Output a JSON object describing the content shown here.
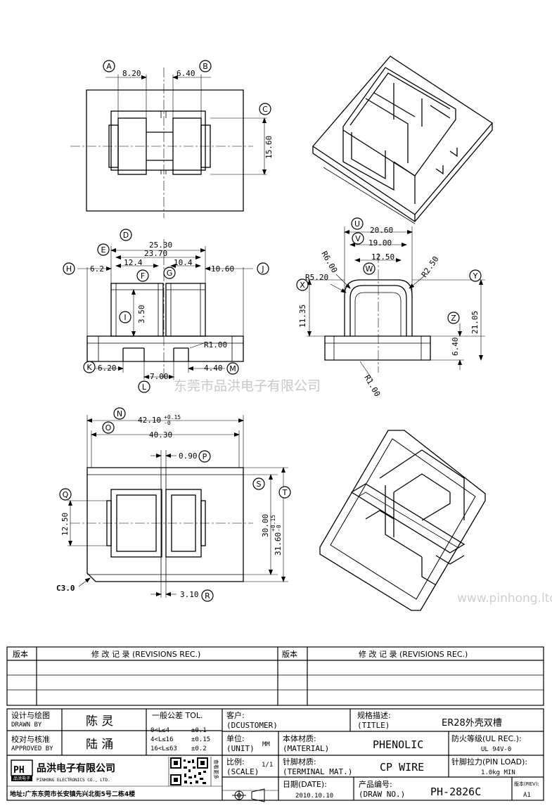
{
  "dims": {
    "top_a": "8.20",
    "top_b": "6.40",
    "top_c": "15.60",
    "front_d": "25.30",
    "front_e": "23.70",
    "front_12_4": "12.4",
    "front_10_4": "10.4",
    "front_h": "6.2",
    "front_j": "10.60",
    "front_i": "3.50",
    "front_r1": "R1.00",
    "front_k": "6.20",
    "front_l": "7.00",
    "front_m": "4.40",
    "side_u": "20.60",
    "side_v": "19.00",
    "side_w": "12.50",
    "side_r6": "R6.00",
    "side_r52": "R5.20",
    "side_r25": "R2.50",
    "side_x": "11.35",
    "side_y": "21.05",
    "side_z": "6.40",
    "side_r1": "R1.00",
    "bot_n": "42.10",
    "bot_n_tol_up": "+0.15",
    "bot_n_tol_dn": "-0",
    "bot_o": "40.30",
    "bot_p": "0.90",
    "bot_q": "12.50",
    "bot_s": "30.00",
    "bot_t": "31.60",
    "bot_t_tol_up": "+0.15",
    "bot_t_tol_dn": "-0",
    "bot_r": "3.10",
    "bot_c3": "C3.0"
  },
  "callouts": [
    "A",
    "B",
    "C",
    "D",
    "E",
    "F",
    "G",
    "H",
    "I",
    "J",
    "K",
    "L",
    "M",
    "U",
    "V",
    "W",
    "X",
    "Y",
    "Z",
    "N",
    "O",
    "P",
    "Q",
    "R",
    "S",
    "T"
  ],
  "watermark": "东莞市品洪电子有限公司",
  "watermark2": "www.pinhong.ltd",
  "revisions": {
    "col_ver": "版本",
    "col_rec": "修 改 记 录 (REVISIONS REC.)"
  },
  "titleblock": {
    "design_cn": "设计与绘图",
    "design_en": "DRAWN BY",
    "design_name": "陈 灵",
    "check_cn": "校对与核准",
    "check_en": "APPROVED BY",
    "check_name": "陆 涌",
    "tol_title": "一般公差 TOL.",
    "tol_rows": [
      {
        "range": "0<L≤4",
        "val": "±0.1"
      },
      {
        "range": "4<L≤16",
        "val": "±0.15"
      },
      {
        "range": "16<L≤63",
        "val": "±0.2"
      }
    ],
    "customer_cn": "客户:",
    "customer_en": "(DCUSTOMER)",
    "title_cn": "规格描述:",
    "title_en": "(TITLE)",
    "title_val": "ER28外壳双槽",
    "unit_cn": "单位:",
    "unit_en": "(UNIT)",
    "unit_val": "MM",
    "material_cn": "本体材质:",
    "material_en": "(MATERIAL)",
    "material_val": "PHENOLIC",
    "ul_cn": "防火等级(UL REC.):",
    "ul_val": "UL 94V-0",
    "scale_cn": "比例:",
    "scale_en": "(SCALE)",
    "scale_val": "1/1",
    "terminal_cn": "针脚材质:",
    "terminal_en": "(TERMINAL MAT.)",
    "terminal_val": "CP WIRE",
    "pinload_cn": "针脚拉力(PIN LOAD):",
    "pinload_val": "1.0kg MIN",
    "company_logo": "PH",
    "company_logo_sub": "品洪电子",
    "company_cn": "品洪电子有限公司",
    "company_en": "PINHONG ELECTRONICS CO., LTD.",
    "qr_caption": "查看更多",
    "date_cn": "日期(DATE):",
    "date_val": "2010.10.10",
    "drawno_cn": "产品编号:",
    "drawno_en": "(DRAW NO.)",
    "drawno_val": "PH-2826C",
    "rev_cn": "版本(REV):",
    "rev_val": "A1",
    "address": "地址:广东东莞市长安镇先兴北街5号二栋4楼"
  }
}
